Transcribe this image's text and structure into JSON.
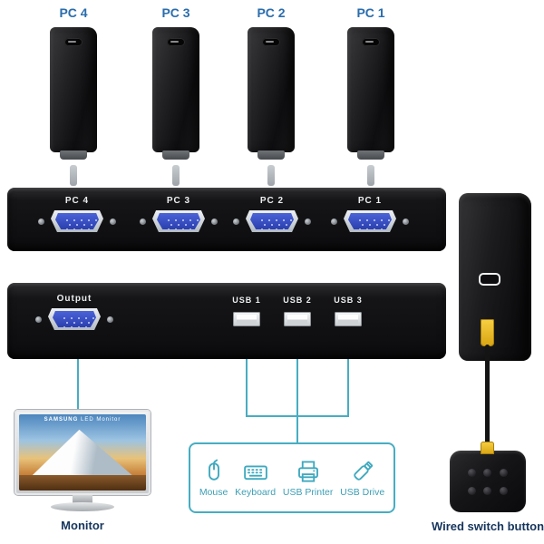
{
  "pcs": [
    {
      "label": "PC 4"
    },
    {
      "label": "PC 3"
    },
    {
      "label": "PC 2"
    },
    {
      "label": "PC 1"
    }
  ],
  "back_panel": {
    "ports": [
      {
        "label": "PC 4"
      },
      {
        "label": "PC 3"
      },
      {
        "label": "PC 2"
      },
      {
        "label": "PC 1"
      }
    ]
  },
  "front_panel": {
    "output_label": "Output",
    "usb_ports": [
      {
        "label": "USB 1"
      },
      {
        "label": "USB 2"
      },
      {
        "label": "USB 3"
      }
    ]
  },
  "peripherals": {
    "items": [
      {
        "label": "Mouse"
      },
      {
        "label": "Keyboard"
      },
      {
        "label": "USB Printer"
      },
      {
        "label": "USB Drive"
      }
    ]
  },
  "monitor": {
    "brand": "SAMSUNG",
    "screen_badge": "LED Monitor",
    "caption": "Monitor"
  },
  "switch_button": {
    "caption": "Wired switch button"
  },
  "colors": {
    "accent_teal": "#47adc2",
    "label_blue": "#2a6dad",
    "caption_navy": "#16355c",
    "connector_yellow": "#f2c11e"
  }
}
